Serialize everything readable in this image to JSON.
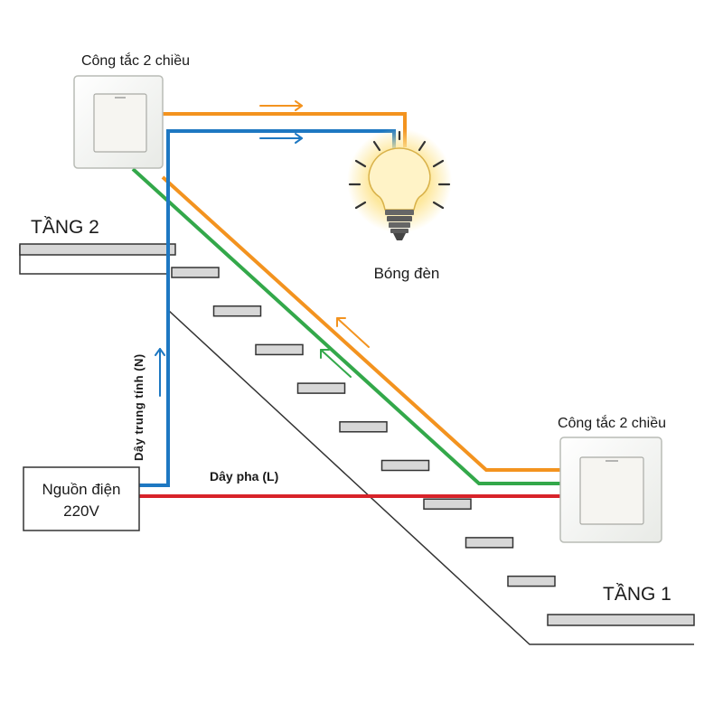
{
  "labels": {
    "switch_top": "Công tắc 2 chiều",
    "switch_bottom": "Công tắc 2 chiều",
    "bulb": "Bóng đèn",
    "floor_2": "TẦNG 2",
    "floor_1": "TẦNG 1",
    "power_line1": "Nguồn điện",
    "power_line2": "220V",
    "neutral_wire": "Dây trung tính (N)",
    "phase_wire": "Dây pha (L)"
  },
  "colors": {
    "traveler_orange": "#f3931f",
    "traveler_green": "#33a84a",
    "neutral_blue": "#1e78c2",
    "phase_red": "#d8232a",
    "bulb_glow": "#fde79a",
    "bulb_base": "#5b5b5b",
    "switch_plate": "#f2f3f0",
    "stair_step": "#d7d7d7",
    "outline": "#333333"
  },
  "icons": {
    "bulb": "light-bulb-icon",
    "switch": "two-way-switch-icon",
    "flow_arrow": "arrow-icon"
  }
}
